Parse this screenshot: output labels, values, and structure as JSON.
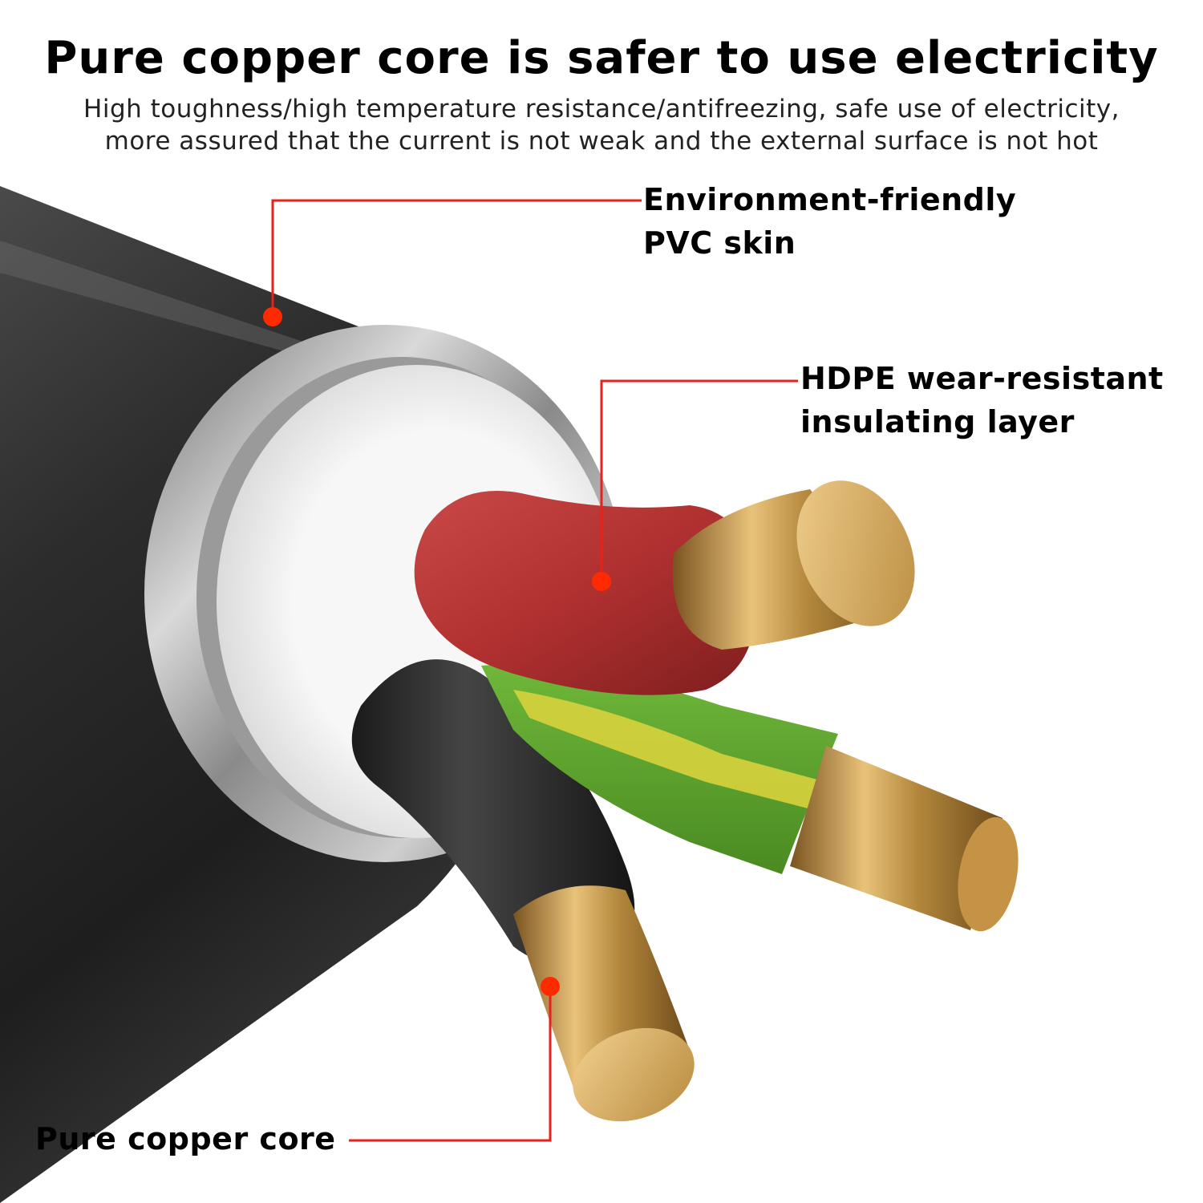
{
  "header": {
    "title": "Pure copper core is safer to use electricity",
    "subtitle_line1": "High toughness/high temperature resistance/antifreezing, safe use of electricity,",
    "subtitle_line2": "more assured that the current is not weak and the external surface is not hot"
  },
  "callouts": {
    "pvc_line1": "Environment-friendly",
    "pvc_line2": "PVC skin",
    "hdpe_line1": "HDPE wear-resistant",
    "hdpe_line2": "insulating layer",
    "copper": "Pure copper core"
  },
  "colors": {
    "accent_red": "#e8211a",
    "pointer_dot": "#ff2a00",
    "sheath_black": "#2a2a2a",
    "insulation_red": "#b43232",
    "copper": "#c99a48",
    "ground_green": "#6fb83a",
    "ground_yellow": "#d8d23c"
  }
}
